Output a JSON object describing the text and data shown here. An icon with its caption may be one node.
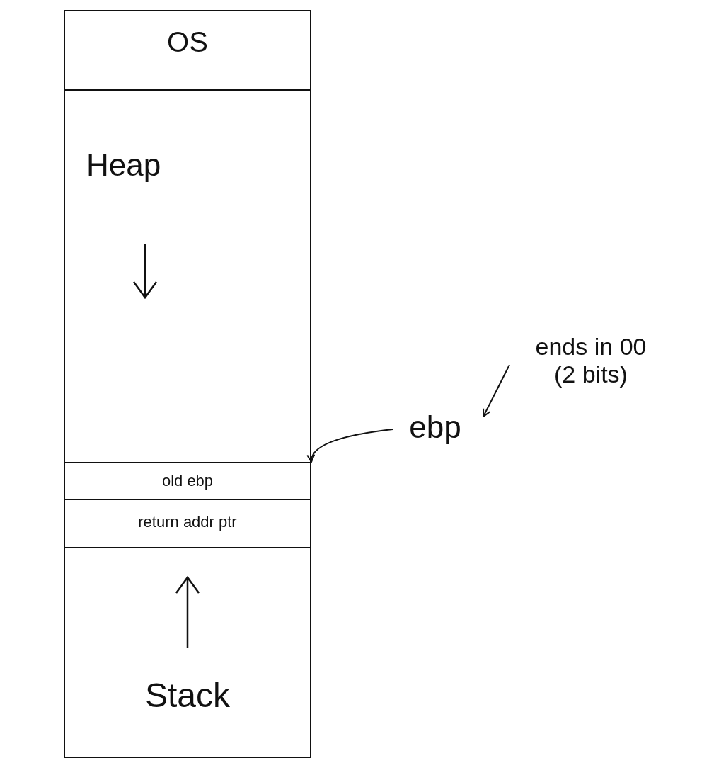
{
  "diagram": {
    "nodes": [
      {
        "text": [
          "OS"
        ]
      },
      {
        "text": [
          "Heap"
        ]
      },
      {
        "text": [
          "old ebp"
        ]
      },
      {
        "text": [
          "return addr ptr"
        ]
      },
      {
        "text": [
          "Stack"
        ]
      },
      {
        "text": [
          "ebp"
        ]
      },
      {
        "text": [
          "ends in 00 (2 bits)"
        ]
      }
    ],
    "edges": [
      {
        "from": 5,
        "to": 2,
        "arrow": "to"
      },
      {
        "from": 6,
        "to": 5,
        "arrow": "to"
      }
    ]
  }
}
